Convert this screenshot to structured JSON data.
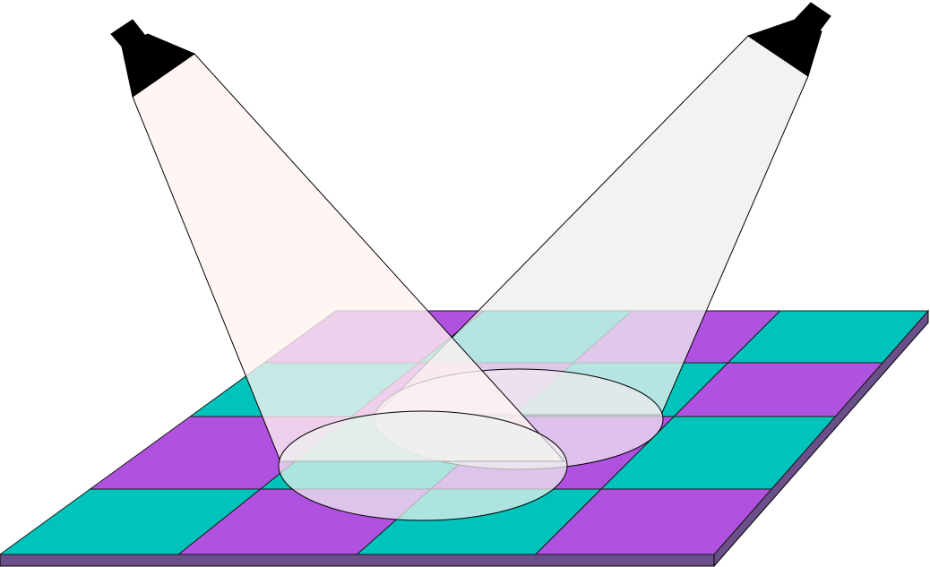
{
  "scene": {
    "background_color": "#ffffff",
    "outline_color": "#000000"
  },
  "floor": {
    "rows": 4,
    "cols": 4,
    "color_a": "#b052e0",
    "color_b": "#00c4bc",
    "edge_color": "#6a4f8a",
    "grid_line_color": "#1a1a1a",
    "tile_pattern": [
      [
        "a",
        "b",
        "a",
        "b"
      ],
      [
        "b",
        "a",
        "b",
        "a"
      ],
      [
        "a",
        "b",
        "a",
        "b"
      ],
      [
        "b",
        "a",
        "b",
        "a"
      ]
    ]
  },
  "spotlights": [
    {
      "name": "left-spotlight",
      "housing_color": "#000000",
      "beam_color": "#fff4f1",
      "beam_opacity": 0.78,
      "pool_color": "#eef0ee",
      "pool_opacity": 0.72
    },
    {
      "name": "right-spotlight",
      "housing_color": "#000000",
      "beam_color": "#eeeeee",
      "beam_opacity": 0.76,
      "pool_color": "#f0eaf0",
      "pool_opacity": 0.72
    }
  ]
}
